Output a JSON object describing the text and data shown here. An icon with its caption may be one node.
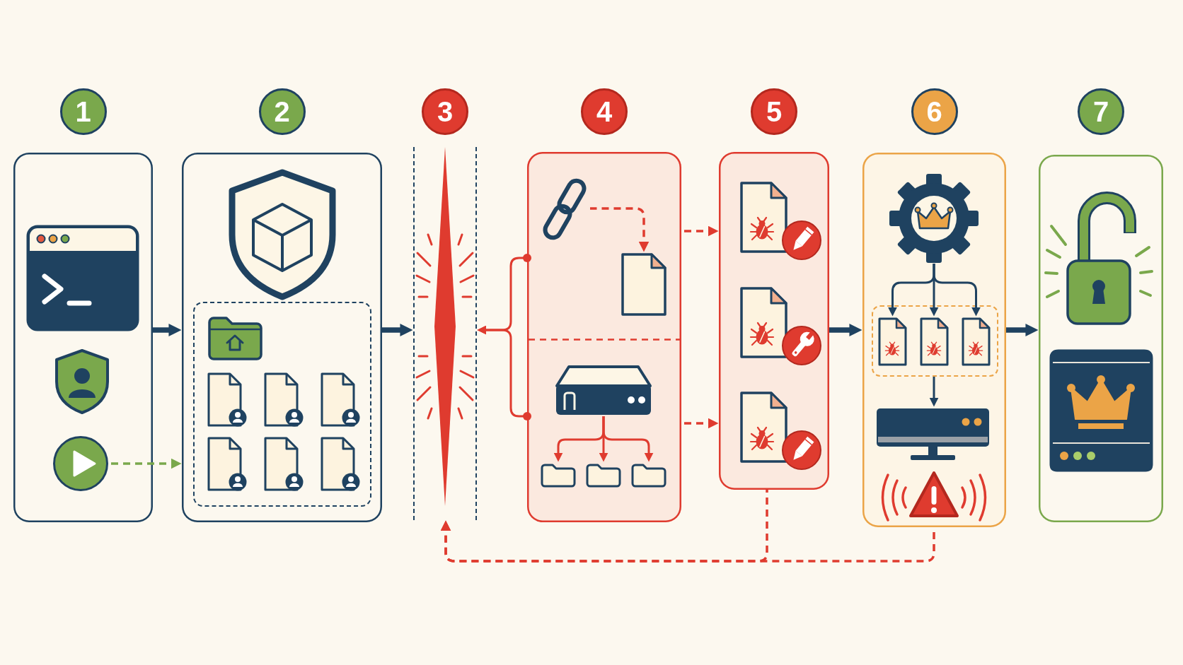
{
  "diagram": {
    "nodes": [
      {
        "text": [
          "1"
        ]
      },
      {
        "text": [],
        "shape": "circle",
        "in": 0
      },
      {
        "text": [
          "2"
        ]
      },
      {
        "text": [
          "3"
        ]
      },
      {
        "text": [
          "4"
        ]
      },
      {
        "text": [],
        "shape": "box",
        "in": 4
      },
      {
        "text": [],
        "shape": "picture",
        "in": 5
      },
      {
        "text": [],
        "shape": "picture",
        "in": 5
      },
      {
        "text": [],
        "shape": "box",
        "in": 4
      },
      {
        "text": [],
        "shape": "picture",
        "in": 8
      },
      {
        "text": [],
        "shape": "box",
        "in": 8
      },
      {
        "text": [],
        "shape": "box",
        "in": 8
      },
      {
        "text": [],
        "shape": "box",
        "in": 8
      },
      {
        "text": [
          "5"
        ]
      },
      {
        "text": [
          "6"
        ]
      },
      {
        "text": [],
        "shape": "picture",
        "in": 14
      },
      {
        "text": [],
        "shape": "box",
        "in": 14
      },
      {
        "text": [],
        "shape": "picture",
        "in": 16
      },
      {
        "text": [],
        "shape": "picture",
        "in": 16
      },
      {
        "text": [],
        "shape": "picture",
        "in": 16
      },
      {
        "text": [],
        "shape": "picture",
        "in": 14
      },
      {
        "text": [
          "7"
        ]
      }
    ],
    "edges": [
      {
        "from": 0,
        "to": 2,
        "arrow": "to",
        "style": "thick",
        "color": "#1f4260"
      },
      {
        "from": 1,
        "to": 2,
        "arrow": "to",
        "style": "dashed",
        "color": "#7aa84c"
      },
      {
        "from": 2,
        "to": 3,
        "arrow": "to",
        "style": "thick",
        "color": "#1f4260"
      },
      {
        "from": 5,
        "to": 3,
        "arrow": "to"
      },
      {
        "from": 8,
        "to": 3,
        "arrow": "to"
      },
      {
        "from": 6,
        "to": 7,
        "arrow": "to",
        "style": "dashed"
      },
      {
        "from": 5,
        "to": 13,
        "arrow": "to",
        "style": "dashed"
      },
      {
        "from": 8,
        "to": 13,
        "arrow": "to",
        "style": "dashed"
      },
      {
        "from": 9,
        "to": 10,
        "arrow": "to"
      },
      {
        "from": 9,
        "to": 11,
        "arrow": "to"
      },
      {
        "from": 9,
        "to": 12,
        "arrow": "to"
      },
      {
        "from": 13,
        "to": 14,
        "arrow": "to",
        "style": "thick",
        "color": "#1f4260"
      },
      {
        "from": 15,
        "to": 17,
        "arrow": "to",
        "color": "#1f4260"
      },
      {
        "from": 15,
        "to": 18,
        "arrow": "to",
        "color": "#1f4260"
      },
      {
        "from": 15,
        "to": 19,
        "arrow": "to",
        "color": "#1f4260"
      },
      {
        "from": 16,
        "to": 20,
        "arrow": "to",
        "color": "#1f4260"
      },
      {
        "from": 14,
        "to": 21,
        "arrow": "to",
        "style": "thick",
        "color": "#1f4260"
      },
      {
        "from": 13,
        "to": 3,
        "arrow": "to",
        "style": "dashed"
      },
      {
        "from": 14,
        "to": 3,
        "arrow": "to",
        "style": "dashed"
      }
    ]
  }
}
